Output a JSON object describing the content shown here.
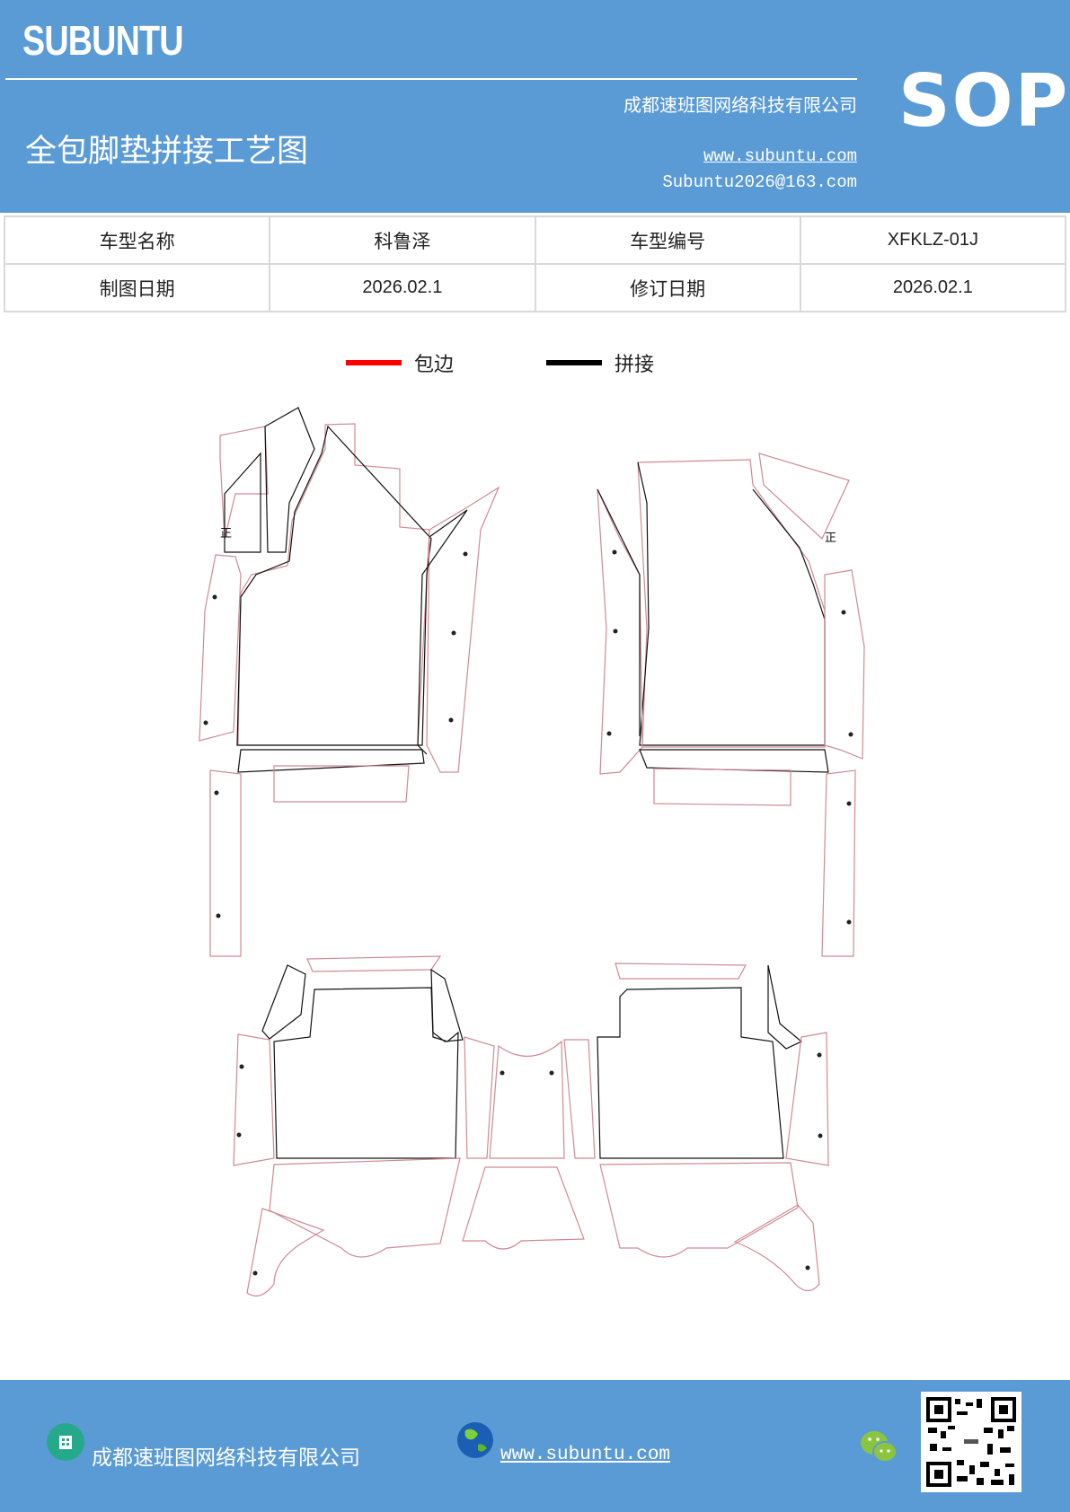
{
  "header": {
    "logo": "SUBUNTU",
    "title": "全包脚垫拼接工艺图",
    "company": "成都速班图网络科技有限公司",
    "website": "www.subuntu.com",
    "email": "Subuntu2026@163.com",
    "badge": "SOP",
    "background_color": "#5b9bd5"
  },
  "info_table": {
    "rows": [
      {
        "label1": "车型名称",
        "value1": "科鲁泽",
        "label2": "车型编号",
        "value2": "XFKLZ-01J"
      },
      {
        "label1": "制图日期",
        "value1": "2026.02.1",
        "label2": "修订日期",
        "value2": "2026.02.1"
      }
    ]
  },
  "legend": {
    "items": [
      {
        "label": "包边",
        "color": "#ff0000"
      },
      {
        "label": "拼接",
        "color": "#000000"
      }
    ]
  },
  "diagram": {
    "mark_label": "正",
    "edge_color": "#d08a94",
    "seam_color": "#111111"
  },
  "footer": {
    "company": "成都速班图网络科技有限公司",
    "website": "www.subuntu.com",
    "icons": [
      "building-icon",
      "globe-icon",
      "wechat-icon",
      "qr-code"
    ]
  }
}
